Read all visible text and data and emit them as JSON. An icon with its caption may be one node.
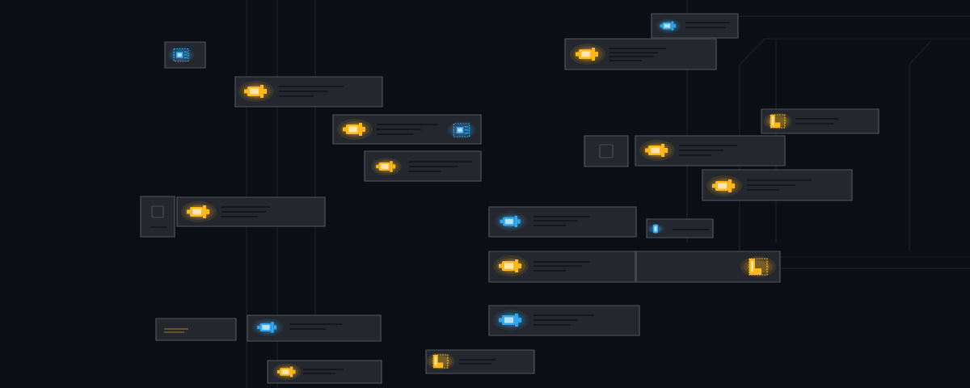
{
  "diagram": {
    "nodes": [
      {
        "text": [],
        "shape": "box"
      },
      {
        "text": [],
        "shape": "box"
      },
      {
        "text": [],
        "shape": "box"
      },
      {
        "text": [],
        "shape": "box"
      },
      {
        "text": [],
        "shape": "box"
      },
      {
        "text": [],
        "shape": "box"
      },
      {
        "text": [],
        "shape": "box"
      },
      {
        "text": [],
        "shape": "box"
      },
      {
        "text": [],
        "shape": "box"
      },
      {
        "text": [],
        "shape": "box"
      },
      {
        "text": [],
        "shape": "box"
      },
      {
        "text": [],
        "shape": "box"
      },
      {
        "text": [],
        "shape": "box"
      },
      {
        "text": [],
        "shape": "box"
      },
      {
        "text": [],
        "shape": "box"
      },
      {
        "text": [],
        "shape": "box"
      },
      {
        "text": [],
        "shape": "box"
      },
      {
        "text": [],
        "shape": "box"
      },
      {
        "text": [],
        "shape": "box"
      },
      {
        "text": [],
        "shape": "box"
      },
      {
        "text": [],
        "shape": "box"
      }
    ]
  }
}
